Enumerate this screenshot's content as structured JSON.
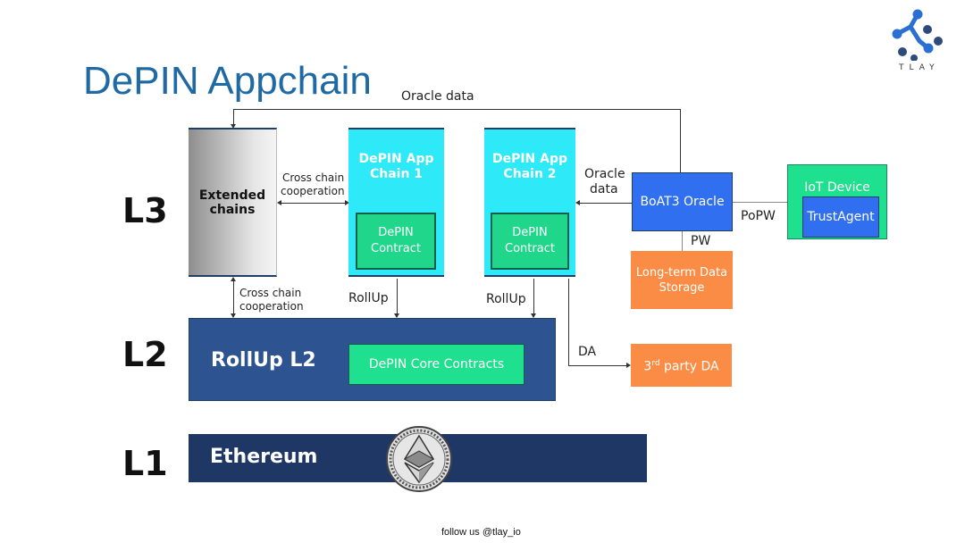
{
  "title": "DePIN Appchain",
  "logo": {
    "text": "TLAY",
    "icon": "tlay-network-icon",
    "color": "#2a6fd1"
  },
  "layers": {
    "l3": "L3",
    "l2": "L2",
    "l1": "L1"
  },
  "extended_chains": {
    "line1": "Extended",
    "line2": "chains"
  },
  "app_chain_1": {
    "line1": "DePIN App",
    "line2": "Chain 1",
    "contract_line1": "DePIN",
    "contract_line2": "Contract"
  },
  "app_chain_2": {
    "line1": "DePIN App",
    "line2": "Chain 2",
    "contract_line1": "DePIN",
    "contract_line2": "Contract"
  },
  "oracle": {
    "label": "BoAT3 Oracle"
  },
  "iot_device": {
    "label": "IoT Device",
    "agent": "TrustAgent"
  },
  "storage": {
    "line1": "Long-term Data",
    "line2": "Storage"
  },
  "third_party_da": {
    "prefix": "3",
    "sup": "rd",
    "suffix": " party DA"
  },
  "rollup_l2": {
    "label": "RollUp L2",
    "core": "DePIN Core Contracts"
  },
  "ethereum": {
    "label": "Ethereum",
    "icon": "ethereum-icon"
  },
  "edges": {
    "oracle_data_top": "Oracle data",
    "oracle_data_side_1": "Oracle",
    "oracle_data_side_2": "data",
    "cross_chain_1a": "Cross chain",
    "cross_chain_1b": "cooperation",
    "cross_chain_2a": "Cross chain",
    "cross_chain_2b": "cooperation",
    "rollup_1": "RollUp",
    "rollup_2": "RollUp",
    "popw": "PoPW",
    "pw": "PW",
    "da": "DA"
  },
  "colors": {
    "title": "#1f6aa5",
    "app_chain": "#2ee9f7",
    "contract": "#1fd68b",
    "oracle": "#2f6ff0",
    "orange": "#fa8c45",
    "rollup": "#2d5391",
    "ethereum": "#1f3764"
  },
  "footer": "follow us @tlay_io"
}
